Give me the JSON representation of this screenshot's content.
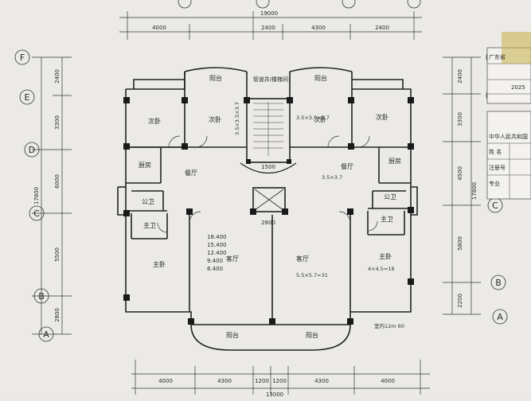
{
  "top_dims": {
    "overall": "19000",
    "seg1": "4000",
    "seg2": "2400",
    "seg3": "4300",
    "seg4": "2400"
  },
  "bottom_dims": {
    "seg1": "4000",
    "seg2": "4300",
    "seg3": "1200",
    "seg4": "1200",
    "seg5": "4300",
    "seg6": "4000",
    "overall": "13000"
  },
  "left_dims": {
    "overall": "17800",
    "seg1": "2400",
    "seg2": "3300",
    "seg3": "6000",
    "seg4": "5500",
    "seg5": "2800"
  },
  "right_dims": {
    "overall": "17800",
    "seg1": "2400",
    "seg2": "3300",
    "seg3": "4500",
    "seg4": "5800",
    "seg5": "2200"
  },
  "axes": {
    "F": "F",
    "E": "E",
    "D": "D",
    "C": "C",
    "B": "B",
    "A": "A"
  },
  "rooms": {
    "balcony_tl": "阳台",
    "balcony_tr": "阳台",
    "balcony_bl": "阳台",
    "balcony_br": "阳台",
    "bed_tl1": "次卧",
    "bed_tl2": "次卧",
    "bed_tr1": "次卧",
    "bed_tr2": "次卧",
    "kitchen_l": "厨房",
    "kitchen_r": "厨房",
    "dining_l": "餐厅",
    "dining_r": "餐厅",
    "bath_l1": "公卫",
    "bath_l2": "主卫",
    "bath_r1": "公卫",
    "bath_r2": "主卫",
    "master_l": "主卧",
    "master_r": "主卧",
    "living_l": "客厅",
    "living_r": "客厅",
    "stair_note": "管道井/楼梯间"
  },
  "elevations": {
    "e1": "18.400",
    "e2": "15.400",
    "e3": "12.400",
    "e4": "9.400",
    "e5": "6.400"
  },
  "misc_dims": {
    "stair_w": "1500",
    "core_w": "2800"
  },
  "handwriting": {
    "h1": "3.5×3.5×3.7",
    "h2": "3.5×3.7",
    "h3": "5.5×5.7=31",
    "h4": "4×4.5=18",
    "h5": "室内12m 60",
    "h6": "3.5×3.5×3.7"
  },
  "stamp": {
    "line1": "中华人民共和国",
    "line2": "姓 名",
    "line3": "注册号",
    "line4": "专业",
    "line5": "2025",
    "line6": "广东省"
  }
}
